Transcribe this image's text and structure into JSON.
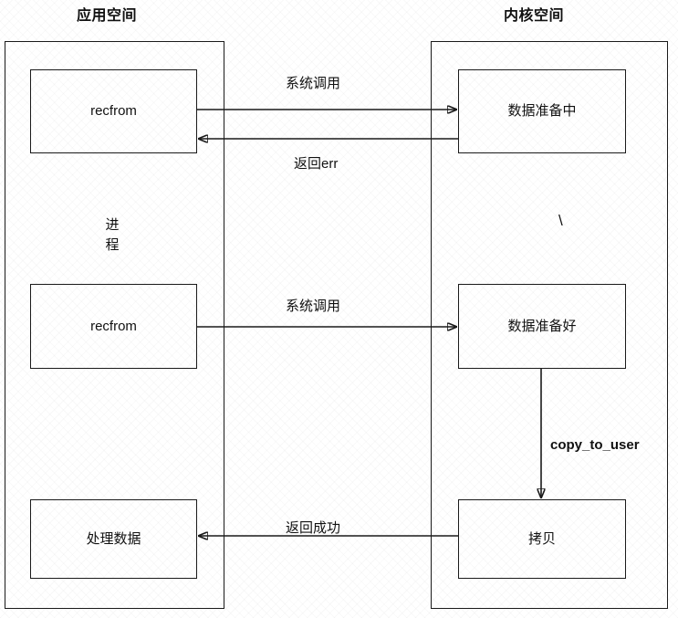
{
  "diagram": {
    "title_app": "应用空间",
    "title_kernel": "内核空间",
    "process_label_line1": "进",
    "process_label_line2": "程",
    "stray_glyph": "\\",
    "lanes": [
      {
        "name": "application-space",
        "label": "应用空间"
      },
      {
        "name": "kernel-space",
        "label": "内核空间"
      }
    ],
    "nodes": [
      {
        "id": "app-recfrom-1",
        "label": "recfrom",
        "lane": "application-space"
      },
      {
        "id": "kernel-data-preparing",
        "label": "数据准备中",
        "lane": "kernel-space"
      },
      {
        "id": "app-recfrom-2",
        "label": "recfrom",
        "lane": "application-space"
      },
      {
        "id": "kernel-data-ready",
        "label": "数据准备好",
        "lane": "kernel-space"
      },
      {
        "id": "kernel-copy",
        "label": "拷贝",
        "lane": "kernel-space"
      },
      {
        "id": "app-process-data",
        "label": "处理数据",
        "lane": "application-space"
      }
    ],
    "edges": [
      {
        "id": "syscall-1",
        "label": "系统调用",
        "from": "app-recfrom-1",
        "to": "kernel-data-preparing",
        "direction": "right"
      },
      {
        "id": "return-err",
        "label": "返回err",
        "from": "kernel-data-preparing",
        "to": "app-recfrom-1",
        "direction": "left"
      },
      {
        "id": "syscall-2",
        "label": "系统调用",
        "from": "app-recfrom-2",
        "to": "kernel-data-ready",
        "direction": "right"
      },
      {
        "id": "copy-to-user",
        "label": "copy_to_user",
        "from": "kernel-data-ready",
        "to": "kernel-copy",
        "direction": "down",
        "bold": true
      },
      {
        "id": "return-success",
        "label": "返回成功",
        "from": "kernel-copy",
        "to": "app-process-data",
        "direction": "left"
      }
    ]
  }
}
